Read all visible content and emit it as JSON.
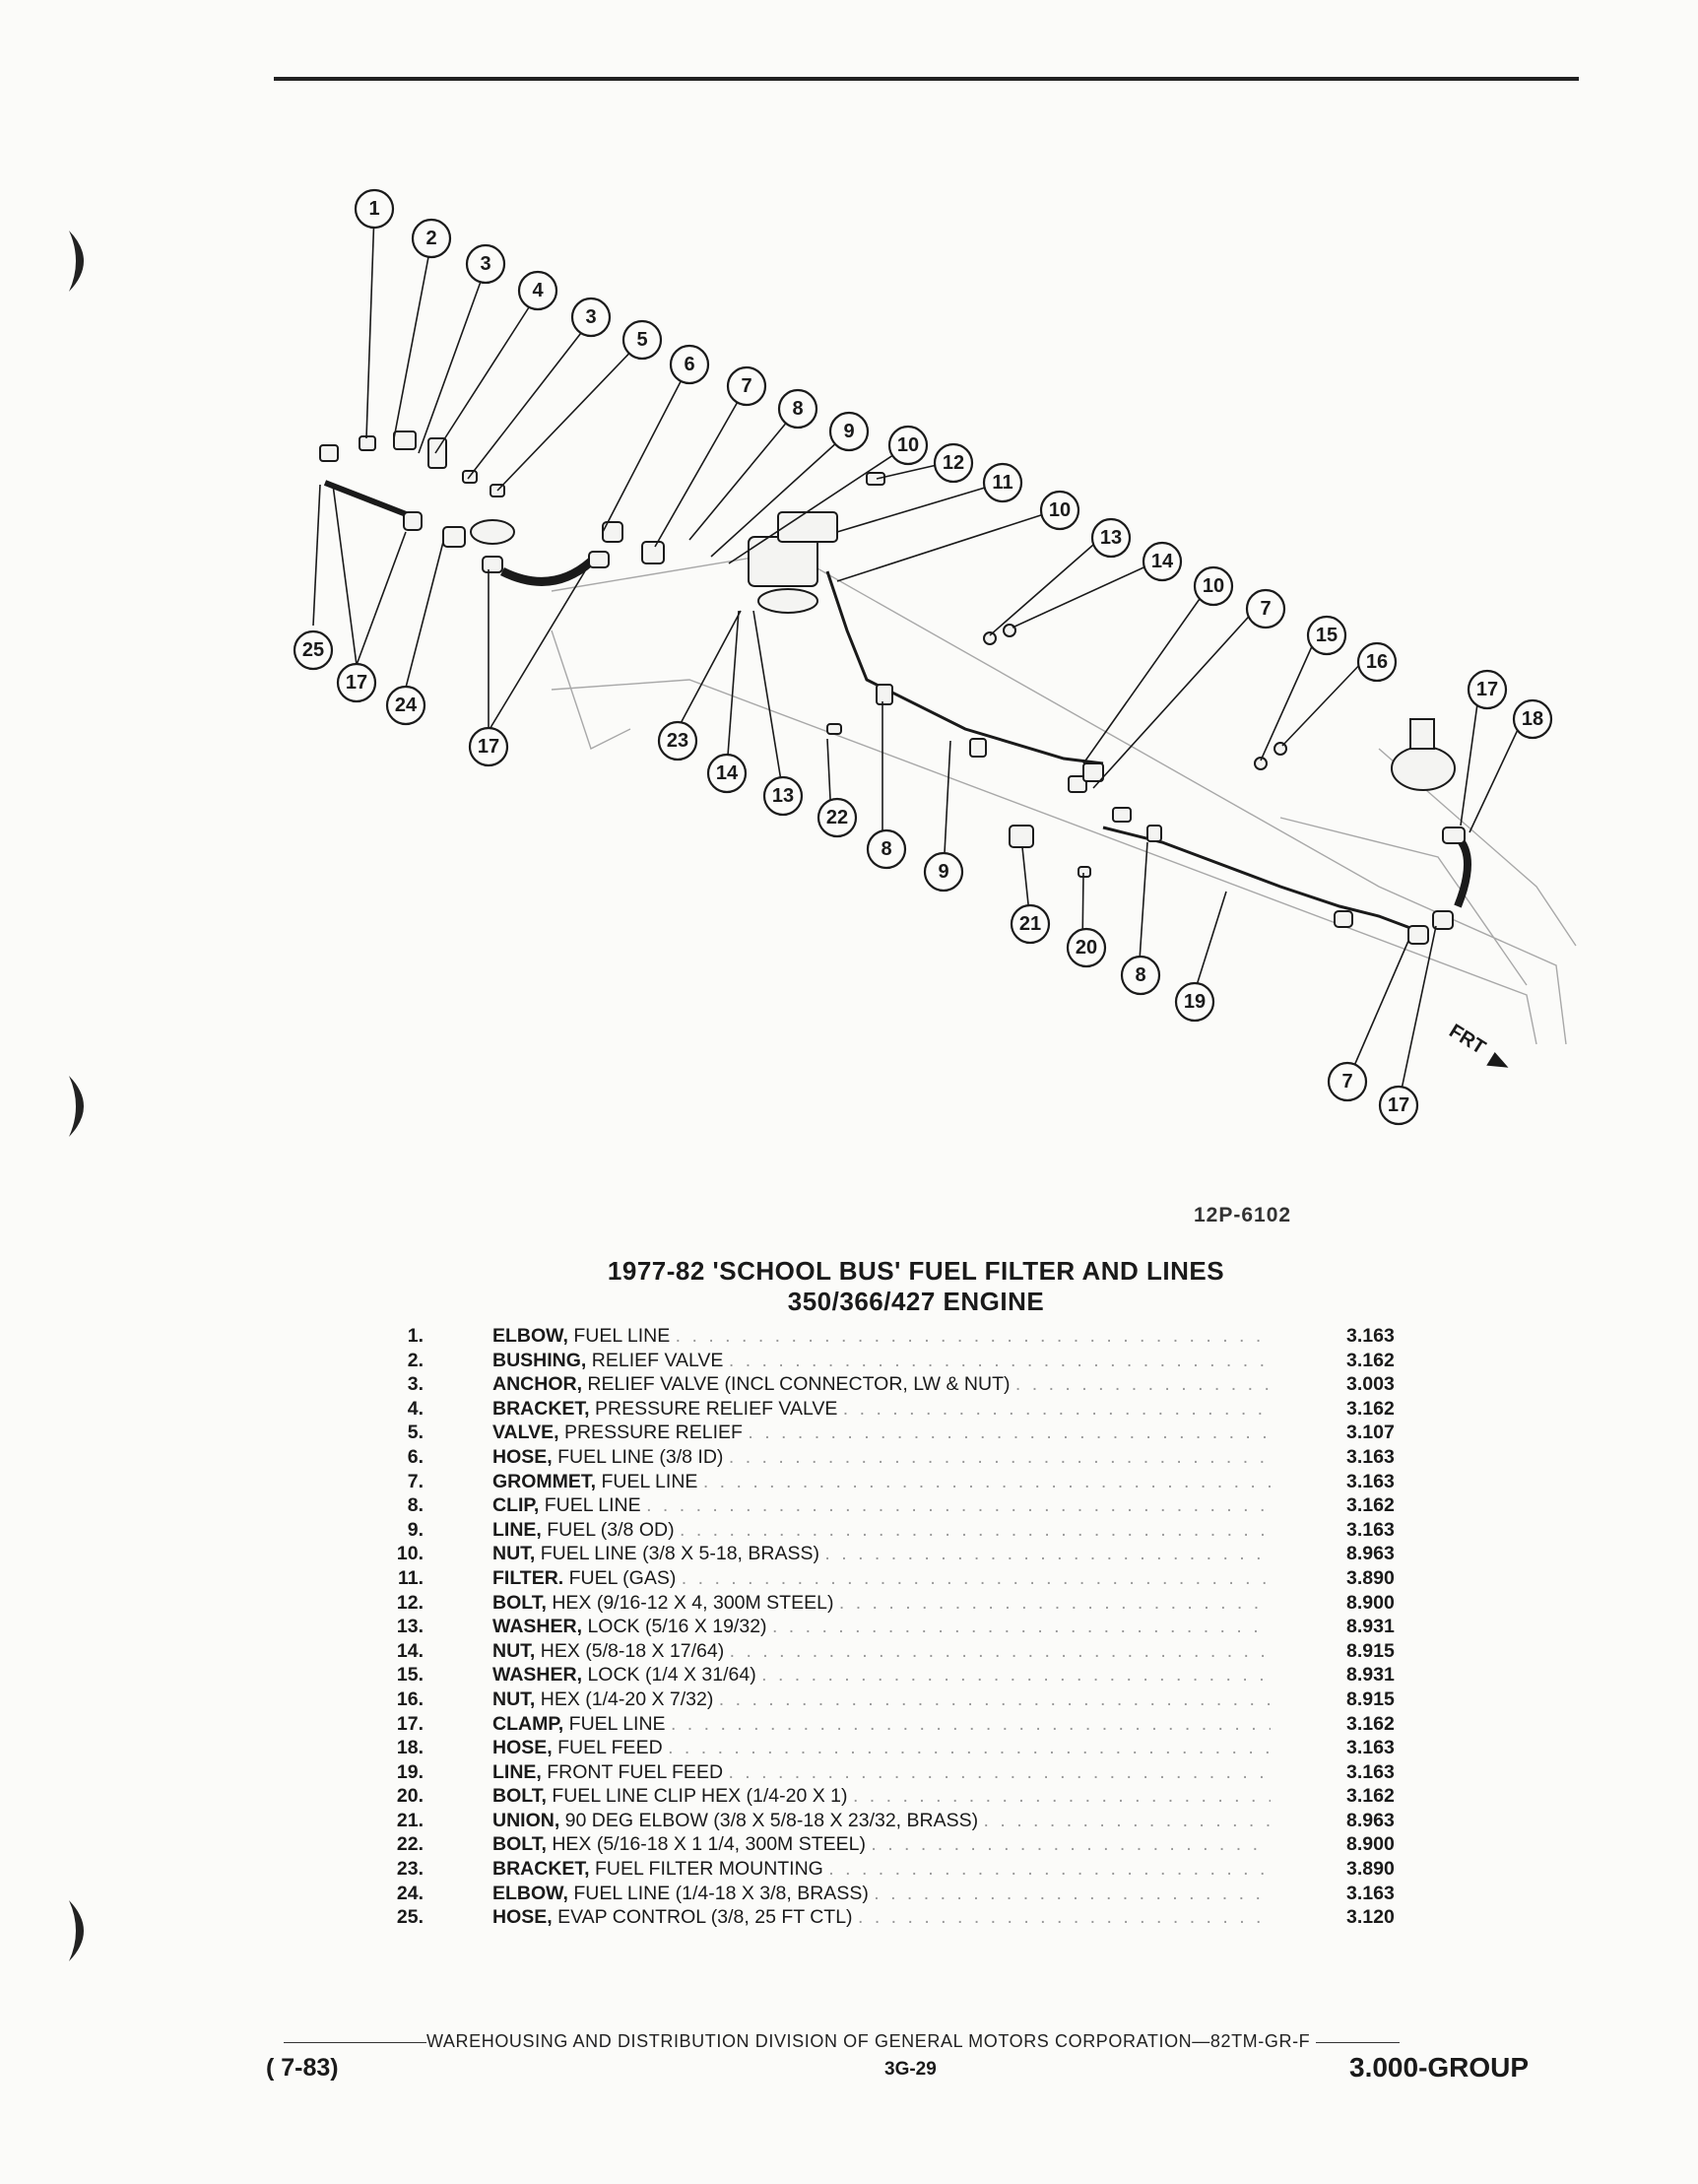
{
  "figure_number": "12P-6102",
  "title_line1": "1977-82 'SCHOOL BUS' FUEL FILTER AND LINES",
  "title_line2": "350/366/427 ENGINE",
  "diagram": {
    "direction_label": "FRT",
    "callouts": [
      "1",
      "2",
      "3",
      "4",
      "3",
      "5",
      "6",
      "7",
      "8",
      "9",
      "10",
      "12",
      "11",
      "10",
      "13",
      "14",
      "10",
      "7",
      "15",
      "16",
      "17",
      "18",
      "25",
      "17",
      "24",
      "17",
      "23",
      "14",
      "13",
      "22",
      "8",
      "9",
      "21",
      "20",
      "8",
      "19",
      "7",
      "17"
    ]
  },
  "parts": [
    {
      "num": "1.",
      "name": "ELBOW,",
      "desc": "FUEL LINE",
      "group": "3.163"
    },
    {
      "num": "2.",
      "name": "BUSHING,",
      "desc": "RELIEF VALVE",
      "group": "3.162"
    },
    {
      "num": "3.",
      "name": "ANCHOR,",
      "desc": "RELIEF VALVE (INCL CONNECTOR, LW & NUT)",
      "group": "3.003"
    },
    {
      "num": "4.",
      "name": "BRACKET,",
      "desc": "PRESSURE RELIEF VALVE",
      "group": "3.162"
    },
    {
      "num": "5.",
      "name": "VALVE,",
      "desc": "PRESSURE RELIEF",
      "group": "3.107"
    },
    {
      "num": "6.",
      "name": "HOSE,",
      "desc": "FUEL LINE (3/8 ID)",
      "group": "3.163"
    },
    {
      "num": "7.",
      "name": "GROMMET,",
      "desc": "FUEL LINE",
      "group": "3.163"
    },
    {
      "num": "8.",
      "name": "CLIP,",
      "desc": "FUEL LINE",
      "group": "3.162"
    },
    {
      "num": "9.",
      "name": "LINE,",
      "desc": "FUEL (3/8 OD)",
      "group": "3.163"
    },
    {
      "num": "10.",
      "name": "NUT,",
      "desc": "FUEL LINE (3/8 X 5-18, BRASS)",
      "group": "8.963"
    },
    {
      "num": "11.",
      "name": "FILTER.",
      "desc": "FUEL (GAS)",
      "group": "3.890"
    },
    {
      "num": "12.",
      "name": "BOLT,",
      "desc": "HEX (9/16-12 X 4, 300M STEEL)",
      "group": "8.900"
    },
    {
      "num": "13.",
      "name": "WASHER,",
      "desc": "LOCK (5/16 X 19/32)",
      "group": "8.931"
    },
    {
      "num": "14.",
      "name": "NUT,",
      "desc": "HEX (5/8-18 X 17/64)",
      "group": "8.915"
    },
    {
      "num": "15.",
      "name": "WASHER,",
      "desc": "LOCK (1/4 X 31/64)",
      "group": "8.931"
    },
    {
      "num": "16.",
      "name": "NUT,",
      "desc": "HEX (1/4-20 X 7/32)",
      "group": "8.915"
    },
    {
      "num": "17.",
      "name": "CLAMP,",
      "desc": "FUEL LINE",
      "group": "3.162"
    },
    {
      "num": "18.",
      "name": "HOSE,",
      "desc": "FUEL FEED",
      "group": "3.163"
    },
    {
      "num": "19.",
      "name": "LINE,",
      "desc": "FRONT FUEL FEED",
      "group": "3.163"
    },
    {
      "num": "20.",
      "name": "BOLT,",
      "desc": "FUEL LINE CLIP HEX (1/4-20 X 1)",
      "group": "3.162"
    },
    {
      "num": "21.",
      "name": "UNION,",
      "desc": "90 DEG ELBOW (3/8 X 5/8-18 X 23/32, BRASS)",
      "group": "8.963"
    },
    {
      "num": "22.",
      "name": "BOLT,",
      "desc": "HEX (5/16-18 X 1 1/4, 300M STEEL)",
      "group": "8.900"
    },
    {
      "num": "23.",
      "name": "BRACKET,",
      "desc": "FUEL FILTER MOUNTING",
      "group": "3.890"
    },
    {
      "num": "24.",
      "name": "ELBOW,",
      "desc": "FUEL LINE (1/4-18 X 3/8, BRASS)",
      "group": "3.163"
    },
    {
      "num": "25.",
      "name": "HOSE,",
      "desc": "EVAP CONTROL (3/8, 25 FT CTL)",
      "group": "3.120"
    }
  ],
  "footer": {
    "division": "WAREHOUSING AND DISTRIBUTION  DIVISION OF GENERAL MOTORS CORPORATION—82TM-GR-F",
    "date": "( 7-83)",
    "page": "3G-29",
    "group": "3.000-GROUP"
  }
}
